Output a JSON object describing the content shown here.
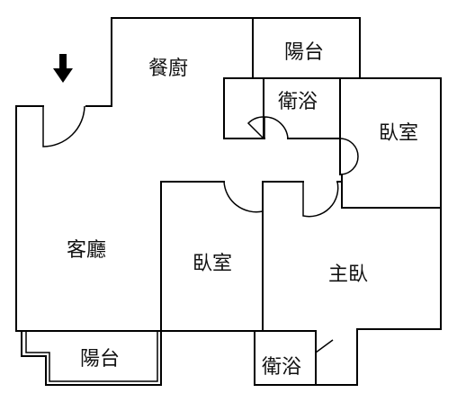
{
  "rooms": {
    "kitchen": "餐廚",
    "balcony_top": "陽台",
    "bath_top": "衛浴",
    "bedroom_right": "臥室",
    "living": "客廳",
    "bedroom_center": "臥室",
    "master_bedroom": "主臥",
    "balcony_bottom": "陽台",
    "bath_bottom": "衛浴"
  },
  "entrance_icon": "down-arrow-icon"
}
